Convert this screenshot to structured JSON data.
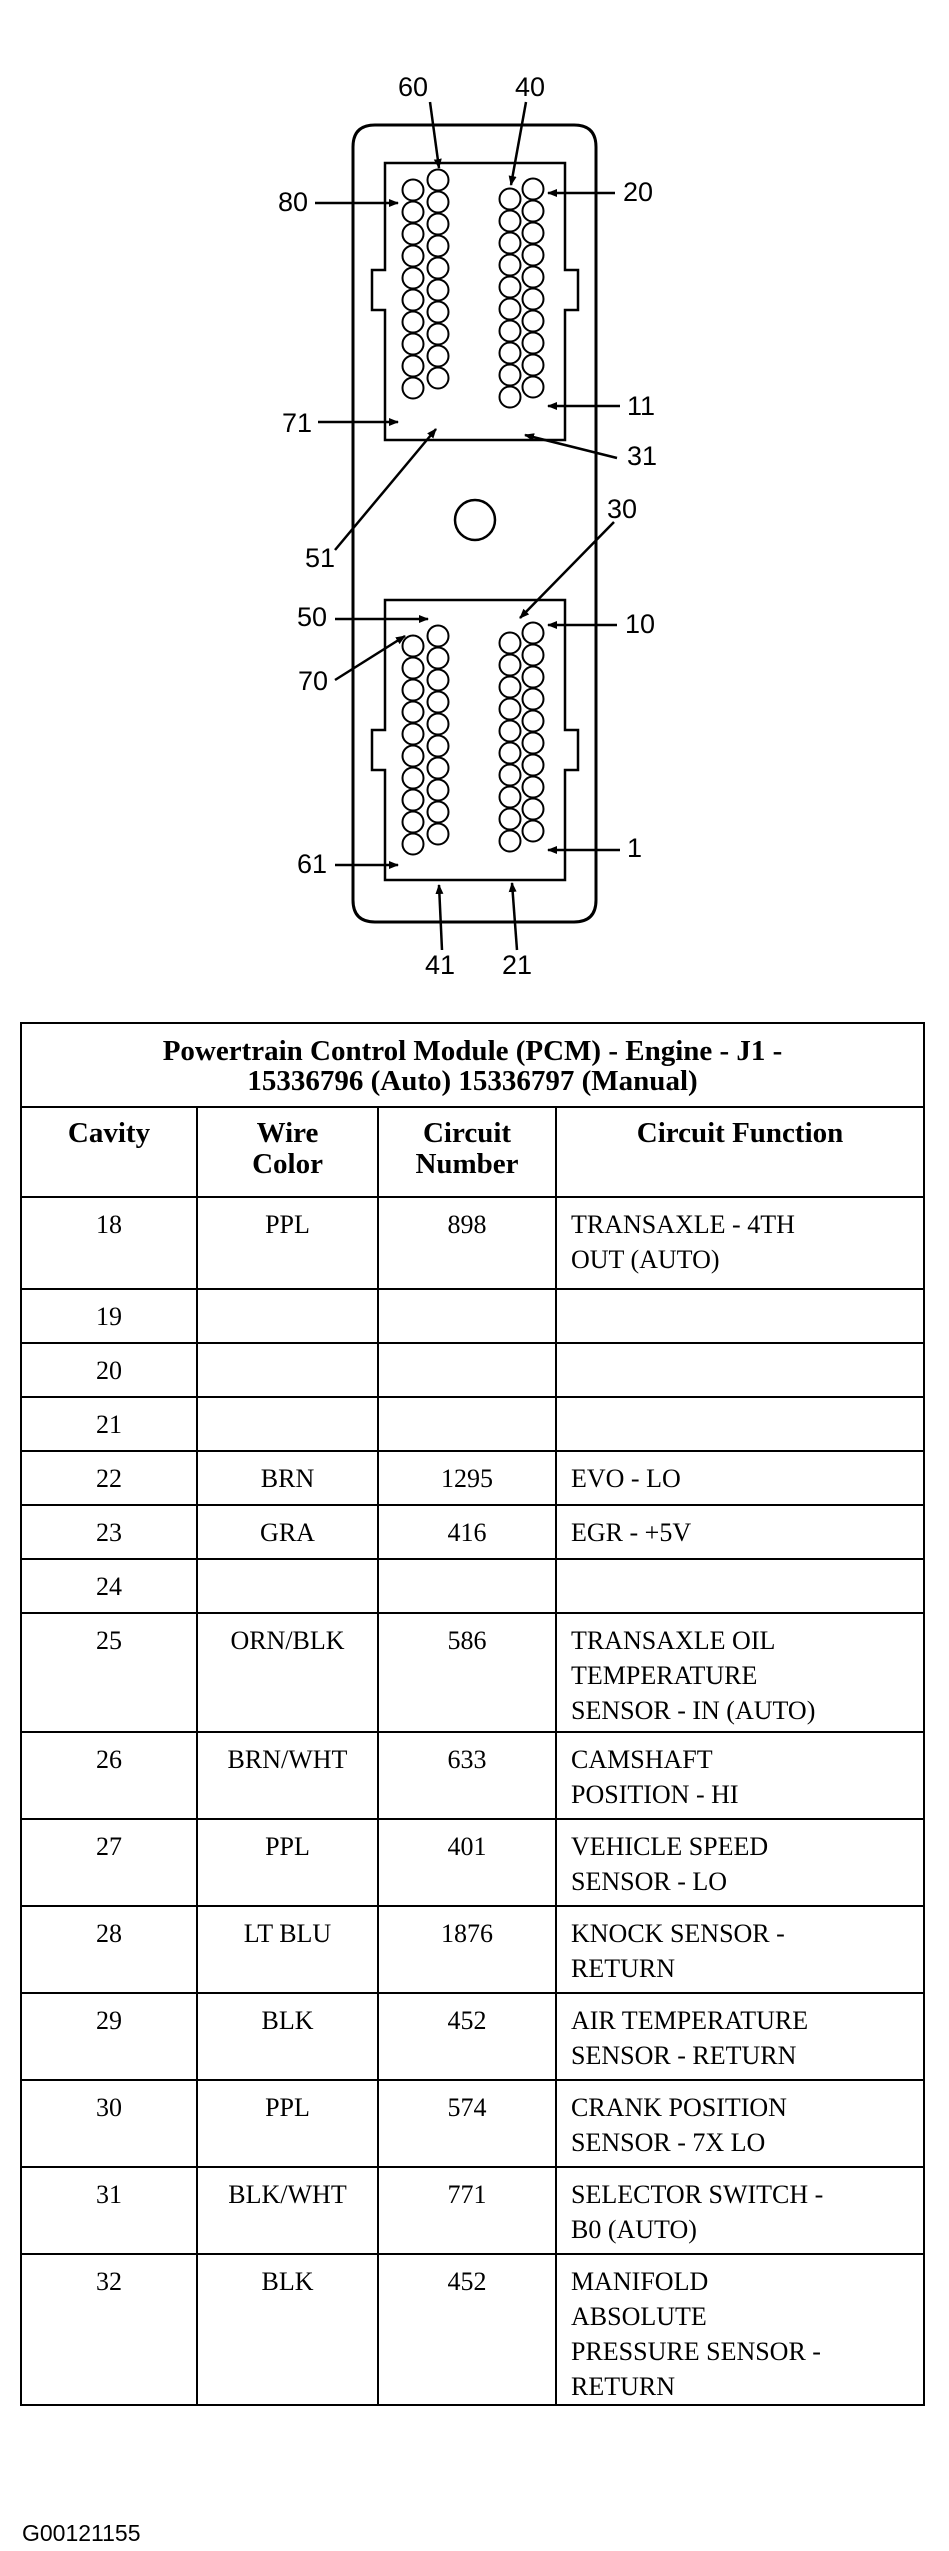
{
  "connector": {
    "pin_labels": [
      "60",
      "40",
      "80",
      "20",
      "71",
      "11",
      "31",
      "51",
      "30",
      "50",
      "10",
      "70",
      "61",
      "1",
      "41",
      "21"
    ]
  },
  "table": {
    "title_line1": "Powertrain Control Module (PCM) - Engine - J1 -",
    "title_line2": "15336796 (Auto) 15336797 (Manual)",
    "headers": [
      "Cavity",
      "Wire Color",
      "Circuit Number",
      "Circuit Function"
    ],
    "rows": [
      {
        "cavity": "18",
        "wire": "PPL",
        "circuit": "898",
        "function": "TRANSAXLE - 4TH\nOUT (AUTO)"
      },
      {
        "cavity": "19",
        "wire": "",
        "circuit": "",
        "function": ""
      },
      {
        "cavity": "20",
        "wire": "",
        "circuit": "",
        "function": ""
      },
      {
        "cavity": "21",
        "wire": "",
        "circuit": "",
        "function": ""
      },
      {
        "cavity": "22",
        "wire": "BRN",
        "circuit": "1295",
        "function": "EVO - LO"
      },
      {
        "cavity": "23",
        "wire": "GRA",
        "circuit": "416",
        "function": "EGR - +5V"
      },
      {
        "cavity": "24",
        "wire": "",
        "circuit": "",
        "function": ""
      },
      {
        "cavity": "25",
        "wire": "ORN/BLK",
        "circuit": "586",
        "function": "TRANSAXLE OIL\nTEMPERATURE\nSENSOR - IN (AUTO)"
      },
      {
        "cavity": "26",
        "wire": "BRN/WHT",
        "circuit": "633",
        "function": "CAMSHAFT\nPOSITION - HI"
      },
      {
        "cavity": "27",
        "wire": "PPL",
        "circuit": "401",
        "function": "VEHICLE SPEED\nSENSOR - LO"
      },
      {
        "cavity": "28",
        "wire": "LT BLU",
        "circuit": "1876",
        "function": "KNOCK SENSOR -\nRETURN"
      },
      {
        "cavity": "29",
        "wire": "BLK",
        "circuit": "452",
        "function": "AIR TEMPERATURE\nSENSOR - RETURN"
      },
      {
        "cavity": "30",
        "wire": "PPL",
        "circuit": "574",
        "function": "CRANK POSITION\nSENSOR - 7X LO"
      },
      {
        "cavity": "31",
        "wire": "BLK/WHT",
        "circuit": "771",
        "function": "SELECTOR SWITCH -\nB0 (AUTO)"
      },
      {
        "cavity": "32",
        "wire": "BLK",
        "circuit": "452",
        "function": "MANIFOLD\nABSOLUTE\nPRESSURE SENSOR -\nRETURN"
      }
    ]
  },
  "footer": {
    "code": "G00121155"
  }
}
